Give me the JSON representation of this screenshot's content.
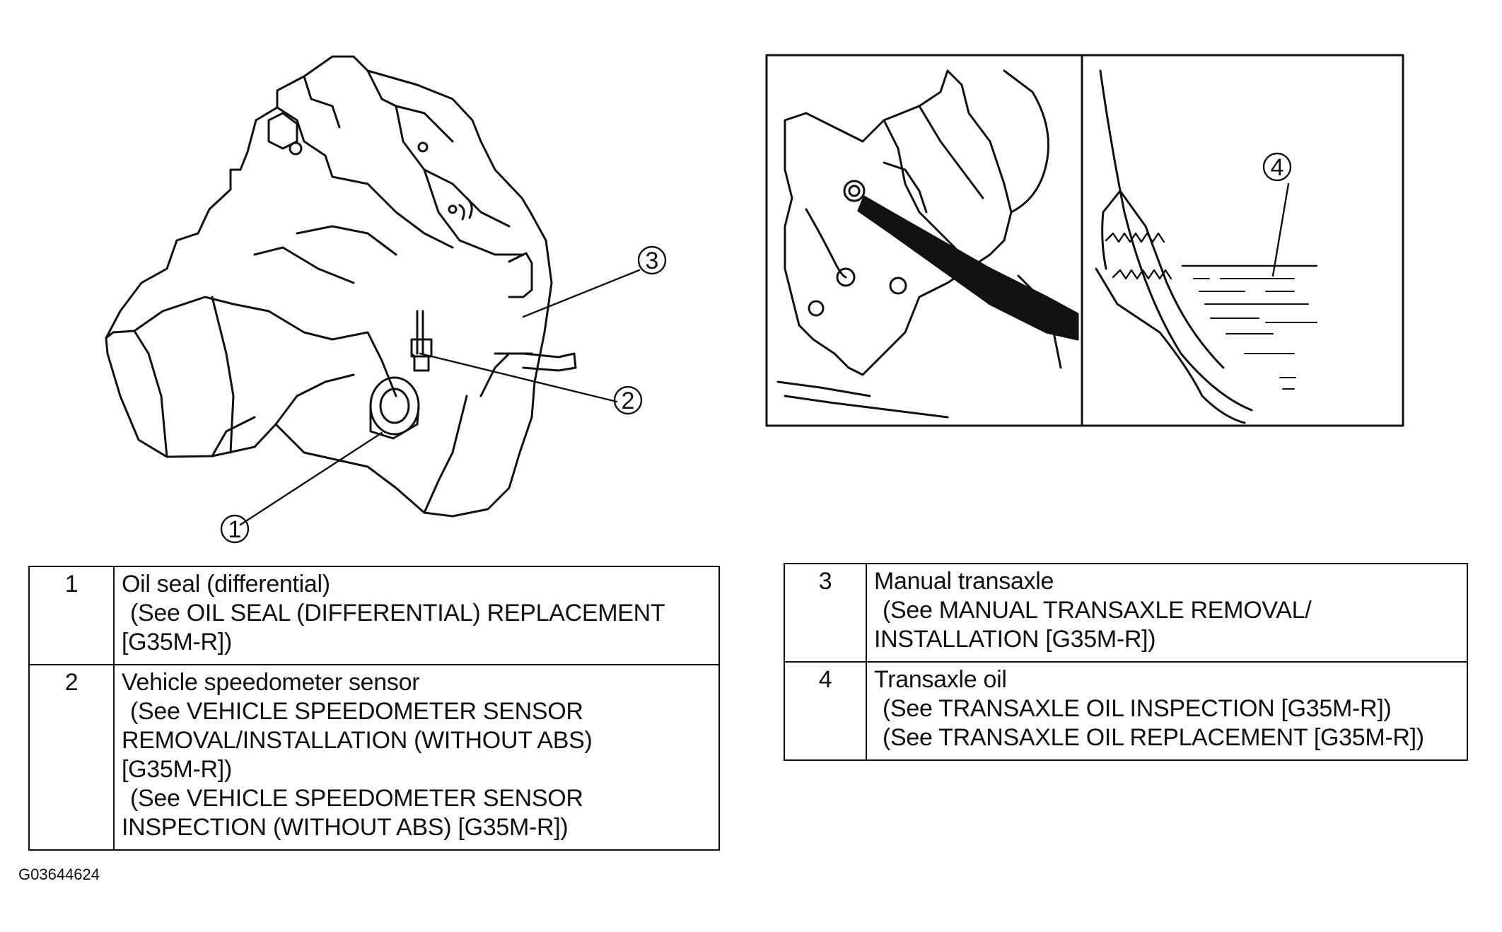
{
  "callouts": [
    "1",
    "2",
    "3",
    "4"
  ],
  "legend_left": [
    {
      "num": "1",
      "lines": [
        "Oil seal (differential)",
        " (See OIL SEAL (DIFFERENTIAL) REPLACEMENT",
        "[G35M-R])"
      ]
    },
    {
      "num": "2",
      "lines": [
        "Vehicle speedometer sensor",
        " (See VEHICLE SPEEDOMETER SENSOR",
        "REMOVAL/INSTALLATION (WITHOUT ABS)",
        "[G35M-R])",
        " (See VEHICLE SPEEDOMETER SENSOR",
        "INSPECTION (WITHOUT ABS) [G35M-R])"
      ]
    }
  ],
  "legend_right": [
    {
      "num": "3",
      "lines": [
        "Manual transaxle",
        " (See MANUAL TRANSAXLE REMOVAL/",
        "INSTALLATION [G35M-R])"
      ]
    },
    {
      "num": "4",
      "lines": [
        "Transaxle oil",
        " (See TRANSAXLE OIL INSPECTION [G35M-R])",
        " (See TRANSAXLE OIL REPLACEMENT [G35M-R])"
      ]
    }
  ],
  "figure_code": "G03644624"
}
